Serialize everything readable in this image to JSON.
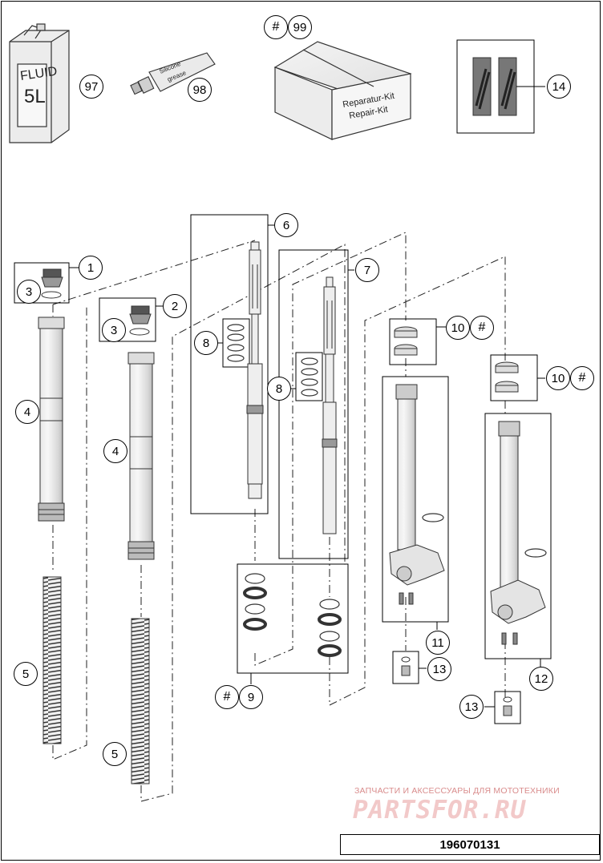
{
  "drawing_number": "196070131",
  "watermark": {
    "line": "ЗАПЧАСТИ И АКСЕССУАРЫ ДЛЯ МОТОТЕХНИКИ",
    "brand": "PARTSFOR.RU"
  },
  "accessories": {
    "fluid_can": {
      "line1": "FLUID",
      "line2": "5L"
    },
    "grease_tube": {
      "line1": "Silicone",
      "line2": "grease"
    },
    "repair_kit": {
      "line1": "Reparatur-Kit",
      "line2": "Repair-Kit"
    }
  },
  "callouts": {
    "c97": "97",
    "c98": "98",
    "c99": "99",
    "c14": "14",
    "c6": "6",
    "c7": "7",
    "c1": "1",
    "c2": "2",
    "c3a": "3",
    "c3b": "3",
    "c4a": "4",
    "c4b": "4",
    "c5a": "5",
    "c5b": "5",
    "c8a": "8",
    "c8b": "8",
    "c9": "9",
    "c10a": "10",
    "c10b": "10",
    "c11": "11",
    "c12": "12",
    "c13a": "13",
    "c13b": "13",
    "hash": "#"
  }
}
